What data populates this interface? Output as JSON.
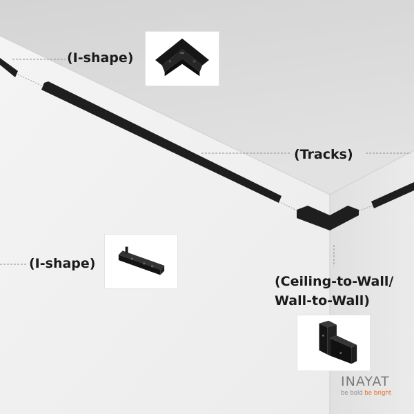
{
  "labels": {
    "top_corner": "(I-shape)",
    "tracks": "(Tracks)",
    "straight": "(I-shape)",
    "ceiling_wall_1": "(Ceiling-to-Wall/",
    "ceiling_wall_2": "Wall-to-Wall)"
  },
  "logo": {
    "word": "INAYAT",
    "tagline": "be bold ",
    "tagline_accent": "be bright",
    "accent_color": "#e86b1f"
  },
  "colors": {
    "ceiling": "#d9d9d9",
    "left_wall": "#f1f1f1",
    "right_wall": "#e5e5e5",
    "track": "#1e1e1e"
  }
}
